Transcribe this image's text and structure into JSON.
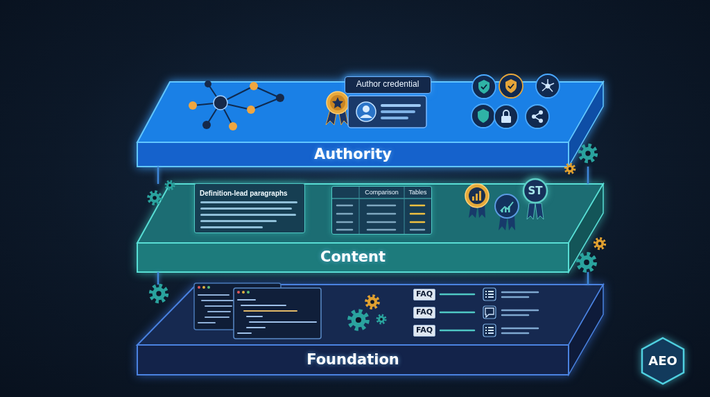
{
  "diagram": {
    "nodes": [
      {
        "text": [
          "Authority"
        ]
      },
      {
        "text": [
          "Author credential"
        ],
        "in": 0
      },
      {
        "text": [
          "Content"
        ]
      },
      {
        "text": [
          "Definition-lead paragraphs"
        ],
        "in": 2
      },
      {
        "text": [
          "Comparison",
          "Tables"
        ],
        "in": 2
      },
      {
        "text": [
          "ST"
        ],
        "in": 2
      },
      {
        "text": [
          "Foundation"
        ]
      },
      {
        "text": [
          "FAQ"
        ],
        "in": 6
      },
      {
        "text": [
          "FAQ"
        ],
        "in": 6
      },
      {
        "text": [
          "FAQ"
        ],
        "in": 6
      },
      {
        "text": [
          "AEO"
        ]
      }
    ],
    "edges": [
      {
        "from": 0,
        "to": 2,
        "arrow": "none"
      },
      {
        "from": 0,
        "to": 2,
        "arrow": "none"
      },
      {
        "from": 2,
        "to": 6,
        "arrow": "none"
      },
      {
        "from": 2,
        "to": 6,
        "arrow": "none"
      }
    ]
  }
}
